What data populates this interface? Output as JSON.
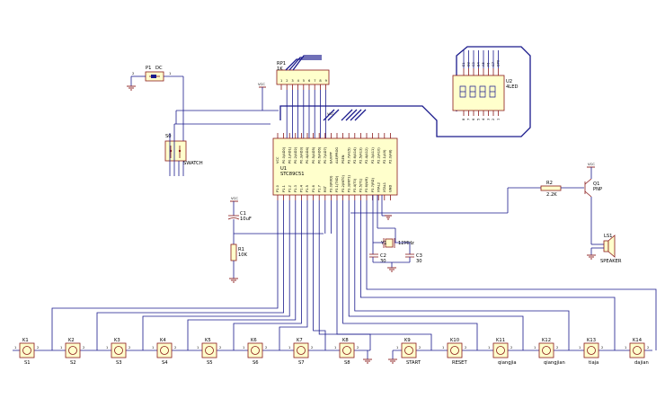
{
  "labels": {
    "vcc": "VCC",
    "p1_ref": "P1",
    "p1_val": "DC",
    "p1_pin1": "1",
    "p1_pin2": "2",
    "s0_ref": "S0",
    "s0_val": "SWATCH",
    "rp1_ref": "RP1",
    "rp1_val": "1K",
    "u1_ref": "U1",
    "u1_val": "STC89C51",
    "u2_ref": "U2",
    "u2_val": "4LED",
    "c1_ref": "C1",
    "c1_val": "10uF",
    "r1_ref": "R1",
    "r1_val": "10K",
    "y1_ref": "Y1",
    "y1_val": "12MHz",
    "c2_ref": "C2",
    "c2_val": "30",
    "c3_ref": "C3",
    "c3_val": "30",
    "r2_ref": "R2",
    "r2_val": "2.2K",
    "q1_ref": "Q1",
    "q1_val": "PNP",
    "ls1_ref": "LS1",
    "ls1_val": "SPEAKER"
  },
  "mcu_left_pins": [
    "P1.0",
    "P1.1",
    "P1.2",
    "P1.3",
    "P1.4",
    "P1.5",
    "P1.6",
    "P1.7",
    "RST",
    "P3.0(RXD)",
    "P3.1(TXD)",
    "P3.2(INT0)",
    "P3.3(INT1)",
    "P3.4(T0)",
    "P3.5(T1)",
    "P3.6(WR)",
    "P3.7(RD)",
    "XTAL2",
    "XTAL1",
    "GND"
  ],
  "mcu_right_pins": [
    "VCC",
    "P0.0(AD0)",
    "P0.1(AD1)",
    "P0.2(AD2)",
    "P0.3(AD3)",
    "P0.4(AD4)",
    "P0.5(AD5)",
    "P0.6(AD6)",
    "P0.7(AD7)",
    "EA/VPP",
    "ALE/PROG",
    "PSEN",
    "P2.7(A15)",
    "P2.6(A14)",
    "P2.5(A13)",
    "P2.4(A12)",
    "P2.3(A11)",
    "P2.2(A10)",
    "P2.1(A9)",
    "P2.0(A8)"
  ],
  "rp1_pins": [
    "1",
    "2",
    "3",
    "4",
    "5",
    "6",
    "7",
    "8",
    "9"
  ],
  "led_top_pins": [
    "E1",
    "D2",
    "C3",
    "B4",
    "A5",
    "F6",
    "G7",
    "DP8"
  ],
  "led_bottom_pins": [
    "8",
    "7",
    "6",
    "5",
    "4",
    "3",
    "2",
    "1"
  ],
  "switches": [
    {
      "ref": "K1",
      "label": "S1"
    },
    {
      "ref": "K2",
      "label": "S2"
    },
    {
      "ref": "K3",
      "label": "S3"
    },
    {
      "ref": "K4",
      "label": "S4"
    },
    {
      "ref": "K5",
      "label": "S5"
    },
    {
      "ref": "K6",
      "label": "S6"
    },
    {
      "ref": "K7",
      "label": "S7"
    },
    {
      "ref": "K8",
      "label": "S8"
    },
    {
      "ref": "K9",
      "label": "START"
    },
    {
      "ref": "K10",
      "label": "RESET"
    },
    {
      "ref": "K11",
      "label": "qiangjia"
    },
    {
      "ref": "K12",
      "label": "qiangjian"
    },
    {
      "ref": "K13",
      "label": "tiaja"
    },
    {
      "ref": "K14",
      "label": "dajian"
    }
  ],
  "switch_pins": [
    "1",
    "2"
  ]
}
